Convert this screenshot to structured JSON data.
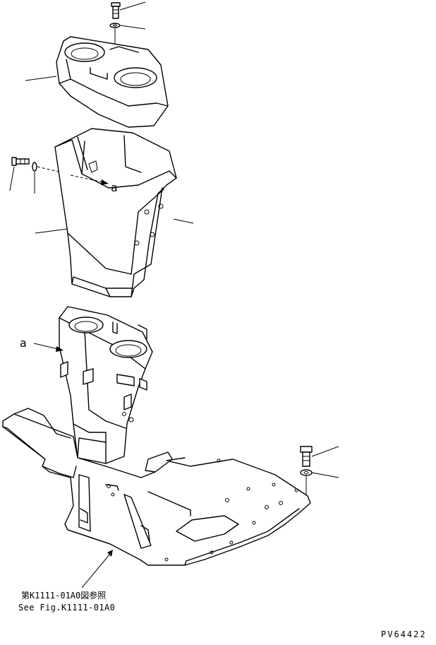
{
  "callouts": {
    "ref_a_upper": "a",
    "ref_a_lower": "a"
  },
  "reference_note": {
    "line_jp": "第K1111-01A0図参照",
    "line_en": "See Fig.K1111-01A0"
  },
  "drawing_code": "PV64422",
  "colors": {
    "ink": "#000000",
    "paper": "#ffffff"
  }
}
